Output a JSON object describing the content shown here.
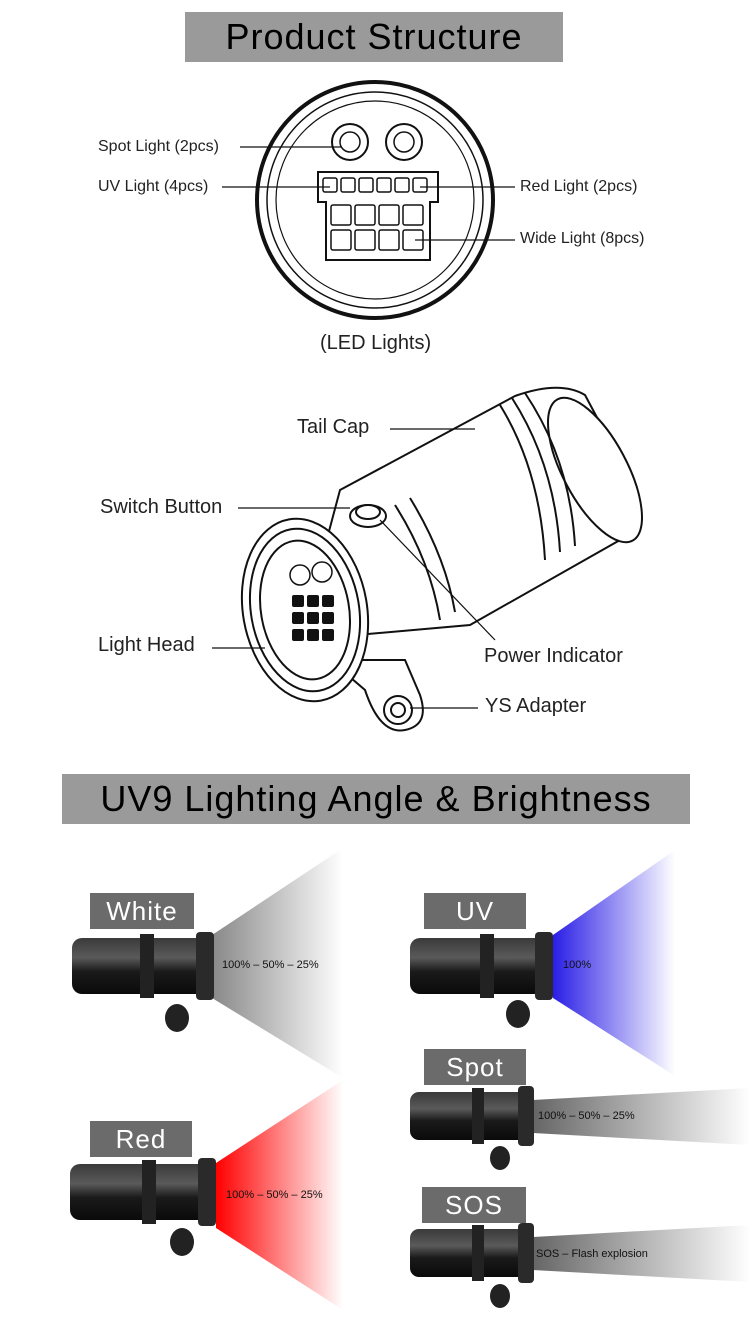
{
  "banners": {
    "structure": "Product Structure",
    "lighting": "UV9 Lighting Angle & Brightness"
  },
  "led_diagram": {
    "callouts": {
      "spot": "Spot Light (2pcs)",
      "uv": "UV Light (4pcs)",
      "red": "Red Light (2pcs)",
      "wide": "Wide Light (8pcs)"
    },
    "caption": "(LED Lights)"
  },
  "torch_diagram": {
    "callouts": {
      "tail_cap": "Tail Cap",
      "switch_button": "Switch Button",
      "light_head": "Light Head",
      "power_indicator": "Power Indicator",
      "ys_adapter": "YS Adapter"
    }
  },
  "modes": {
    "white": {
      "label": "White",
      "brightness": "100% – 50% – 25%",
      "color": "#9a9a9a"
    },
    "uv": {
      "label": "UV",
      "brightness": "100%",
      "color": "#3a2ee8"
    },
    "red": {
      "label": "Red",
      "brightness": "100% – 50% – 25%",
      "color": "#ff1010"
    },
    "spot": {
      "label": "Spot",
      "brightness": "100% – 50% – 25%",
      "color": "#888888"
    },
    "sos": {
      "label": "SOS",
      "brightness": "SOS – Flash explosion",
      "color": "#888888"
    }
  }
}
